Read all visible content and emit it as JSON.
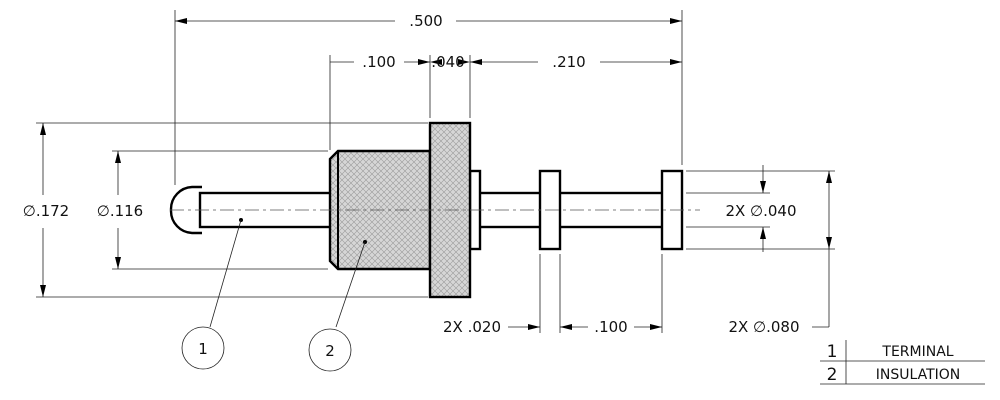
{
  "dimensions": {
    "overall_length": ".500",
    "shoulder_length": ".100",
    "flange_thickness": ".040",
    "pin_length": ".210",
    "groove_width": "2X .020",
    "groove_spacing": ".100",
    "flange_diameter": "∅.172",
    "body_diameter": "∅.116",
    "pin_diameter": "2X ∅.040",
    "ring_diameter": "2X ∅.080"
  },
  "balloons": [
    {
      "number": "1"
    },
    {
      "number": "2"
    }
  ],
  "bill_of_materials": [
    {
      "item": "1",
      "description": "TERMINAL"
    },
    {
      "item": "2",
      "description": "INSULATION"
    }
  ]
}
